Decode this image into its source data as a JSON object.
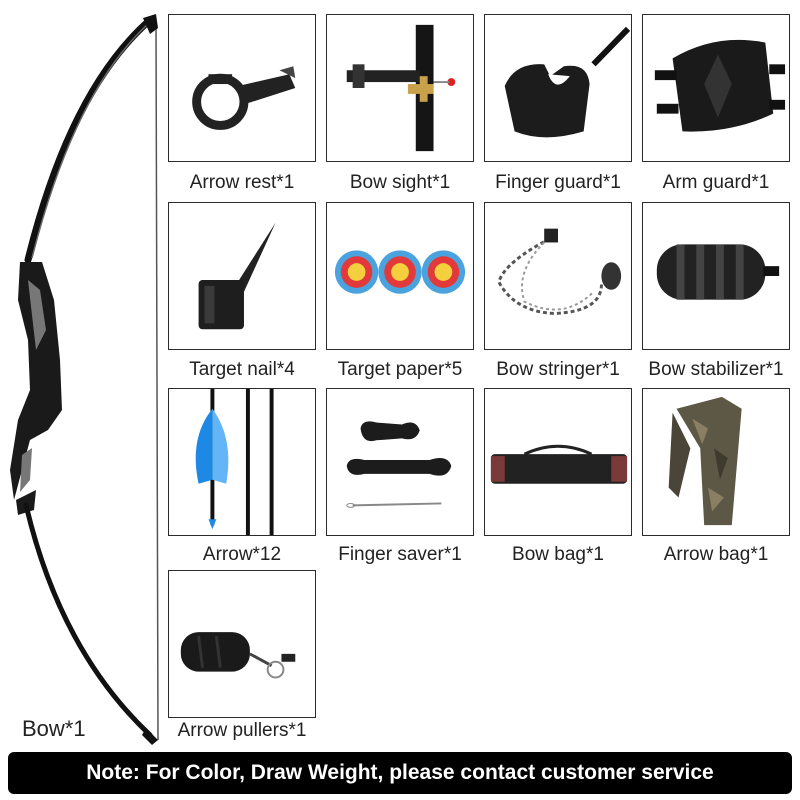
{
  "bow": {
    "label": "Bow*1"
  },
  "items": [
    {
      "label": "Arrow rest*1",
      "icon": "arrow-rest-icon"
    },
    {
      "label": "Bow sight*1",
      "icon": "bow-sight-icon"
    },
    {
      "label": "Finger guard*1",
      "icon": "finger-guard-icon"
    },
    {
      "label": "Arm guard*1",
      "icon": "arm-guard-icon"
    },
    {
      "label": "Target nail*4",
      "icon": "target-nail-icon"
    },
    {
      "label": "Target paper*5",
      "icon": "target-paper-icon"
    },
    {
      "label": "Bow stringer*1",
      "icon": "bow-stringer-icon"
    },
    {
      "label": "Bow stabilizer*1",
      "icon": "bow-stabilizer-icon"
    },
    {
      "label": "Arrow*12",
      "icon": "arrow-icon"
    },
    {
      "label": "Finger saver*1",
      "icon": "finger-saver-icon"
    },
    {
      "label": "Bow bag*1",
      "icon": "bow-bag-icon"
    },
    {
      "label": "Arrow bag*1",
      "icon": "arrow-bag-icon"
    },
    {
      "label": "Arrow pullers*1",
      "icon": "arrow-pullers-icon"
    }
  ],
  "banner": {
    "text": "Note: For Color, Draw Weight, please contact customer service"
  },
  "colors": {
    "banner_bg": "#000000",
    "banner_text": "#ffffff",
    "tile_border": "#2b2b2b"
  }
}
